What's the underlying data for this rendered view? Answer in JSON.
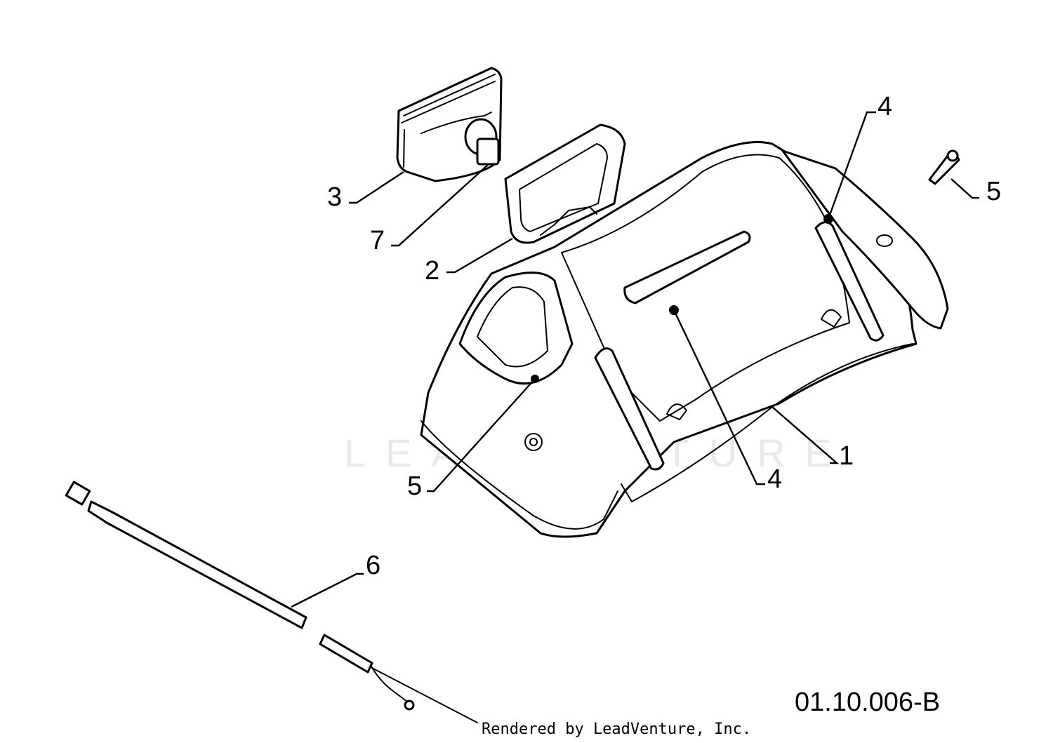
{
  "callouts": [
    {
      "id": "c1",
      "label": "1"
    },
    {
      "id": "c2",
      "label": "2"
    },
    {
      "id": "c3",
      "label": "3"
    },
    {
      "id": "c4a",
      "label": "4"
    },
    {
      "id": "c4b",
      "label": "4"
    },
    {
      "id": "c5a",
      "label": "5"
    },
    {
      "id": "c5b",
      "label": "5"
    },
    {
      "id": "c6",
      "label": "6"
    },
    {
      "id": "c7",
      "label": "7"
    }
  ],
  "reference_number": "01.10.006-B",
  "credit": "Rendered by LeadVenture, Inc.",
  "watermark": "LEADVENTURE"
}
